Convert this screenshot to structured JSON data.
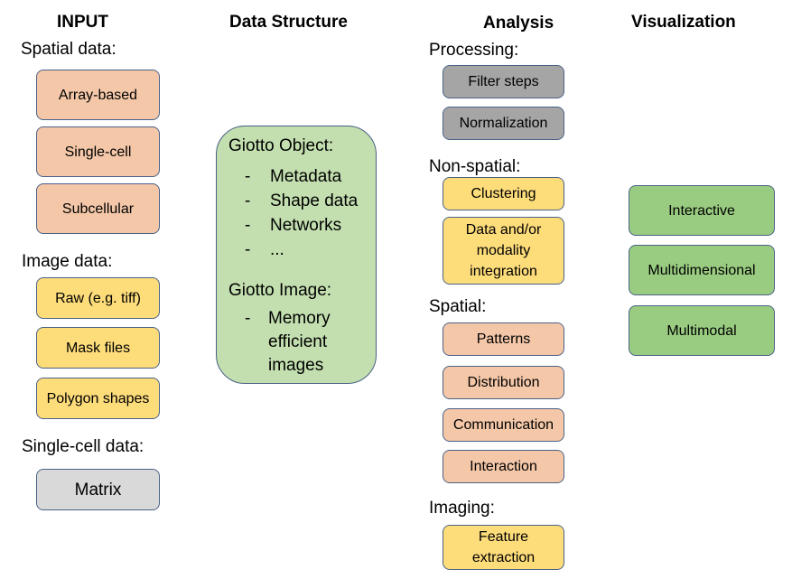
{
  "headers": {
    "input": "INPUT",
    "data_structure": "Data Structure",
    "analysis": "Analysis",
    "visualization": "Visualization"
  },
  "input": {
    "spatial_label": "Spatial data:",
    "spatial_items": [
      "Array-based",
      "Single-cell",
      "Subcellular"
    ],
    "image_label": "Image data:",
    "image_items": [
      "Raw (e.g. tiff)",
      "Mask files",
      "Polygon shapes"
    ],
    "singlecell_label": "Single-cell data:",
    "singlecell_items": [
      "Matrix"
    ]
  },
  "data_structure": {
    "object_title": "Giotto Object:",
    "object_items": [
      "Metadata",
      "Shape data",
      "Networks",
      "..."
    ],
    "image_title": "Giotto Image:",
    "image_items": [
      "Memory",
      "efficient",
      "images"
    ],
    "dash": "-"
  },
  "analysis": {
    "processing_label": "Processing:",
    "processing_items": [
      "Filter steps",
      "Normalization"
    ],
    "nonspatial_label": "Non-spatial:",
    "nonspatial_items": [
      "Clustering",
      "Data and/or modality integration"
    ],
    "spatial_label": "Spatial:",
    "spatial_items": [
      "Patterns",
      "Distribution",
      "Communication",
      "Interaction"
    ],
    "imaging_label": "Imaging:",
    "imaging_items": [
      "Feature extraction"
    ]
  },
  "visualization": {
    "items": [
      "Interactive",
      "Multidimensional",
      "Multimodal"
    ]
  },
  "colors": {
    "salmon": "#f4c7a8",
    "yellow": "#fddc7a",
    "gray": "#a5a5a5",
    "light_gray": "#d9d9d9",
    "green": "#99cc80",
    "light_green": "#c3dfaf",
    "border": "#4a6287"
  }
}
